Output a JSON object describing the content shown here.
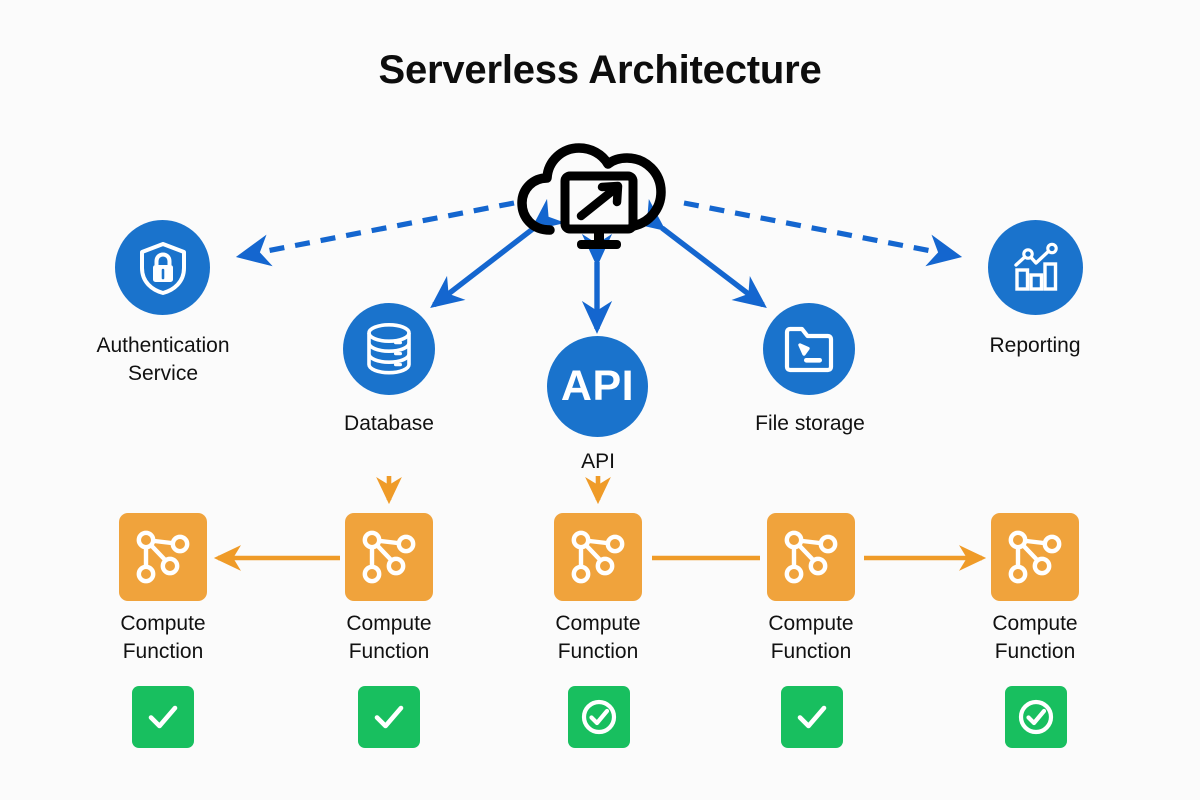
{
  "page": {
    "title": "Serverless Architecture",
    "background": "#fbfbfb"
  },
  "colors": {
    "blue": "#1a73cc",
    "blue_arrow": "#1466cf",
    "orange": "#f0a33c",
    "orange_arrow": "#ef9b28",
    "green": "#18bf5f",
    "cloud_outline": "#000000",
    "text": "#111111"
  },
  "central": {
    "name": "cloud-compute",
    "icon": "cloud-monitor-arrow-icon",
    "label": ""
  },
  "nodes": [
    {
      "id": "auth",
      "label": "Authentication\nService",
      "icon": "shield-lock-icon",
      "shape": "circle",
      "color": "#1a73cc"
    },
    {
      "id": "database",
      "label": "Database",
      "icon": "database-icon",
      "shape": "circle",
      "color": "#1a73cc"
    },
    {
      "id": "api",
      "label": "API",
      "icon": "api-text-icon",
      "shape": "circle",
      "color": "#1a73cc",
      "inner_text": "API"
    },
    {
      "id": "storage",
      "label": "File storage",
      "icon": "folder-icon",
      "shape": "circle",
      "color": "#1a73cc"
    },
    {
      "id": "report",
      "label": "Reporting",
      "icon": "bar-chart-line-icon",
      "shape": "circle",
      "color": "#1a73cc"
    }
  ],
  "functions": [
    {
      "id": "fn1",
      "label": "Compute\nFunction",
      "icon": "node-graph-icon",
      "status_icon": "check-icon",
      "status": "ok"
    },
    {
      "id": "fn2",
      "label": "Compute\nFunction",
      "icon": "node-graph-icon",
      "status_icon": "check-icon",
      "status": "ok"
    },
    {
      "id": "fn3",
      "label": "Compute\nFunction",
      "icon": "node-graph-icon",
      "status_icon": "check-circle-icon",
      "status": "ok"
    },
    {
      "id": "fn4",
      "label": "Compute\nFunction",
      "icon": "node-graph-icon",
      "status_icon": "check-icon",
      "status": "ok"
    },
    {
      "id": "fn5",
      "label": "Compute\nFunction",
      "icon": "node-graph-icon",
      "status_icon": "check-circle-icon",
      "status": "ok"
    }
  ],
  "connections": [
    {
      "from": "cloud",
      "to": "auth",
      "style": "dashed",
      "direction": "one-way",
      "color": "#1466cf"
    },
    {
      "from": "cloud",
      "to": "report",
      "style": "dashed",
      "direction": "one-way",
      "color": "#1466cf"
    },
    {
      "from": "cloud",
      "to": "database",
      "style": "solid",
      "direction": "two-way",
      "color": "#1466cf"
    },
    {
      "from": "cloud",
      "to": "api",
      "style": "solid",
      "direction": "two-way",
      "color": "#1466cf"
    },
    {
      "from": "cloud",
      "to": "storage",
      "style": "solid",
      "direction": "two-way",
      "color": "#1466cf"
    },
    {
      "from": "database",
      "to": "fn2",
      "style": "solid",
      "direction": "one-way",
      "color": "#ef9b28"
    },
    {
      "from": "api",
      "to": "fn3",
      "style": "solid",
      "direction": "one-way",
      "color": "#ef9b28"
    },
    {
      "from": "fn2",
      "to": "fn1",
      "style": "solid",
      "direction": "one-way",
      "color": "#ef9b28"
    },
    {
      "from": "fn3",
      "to": "fn4",
      "style": "solid",
      "direction": "none",
      "color": "#ef9b28"
    },
    {
      "from": "fn4",
      "to": "fn5",
      "style": "solid",
      "direction": "one-way",
      "color": "#ef9b28"
    }
  ]
}
